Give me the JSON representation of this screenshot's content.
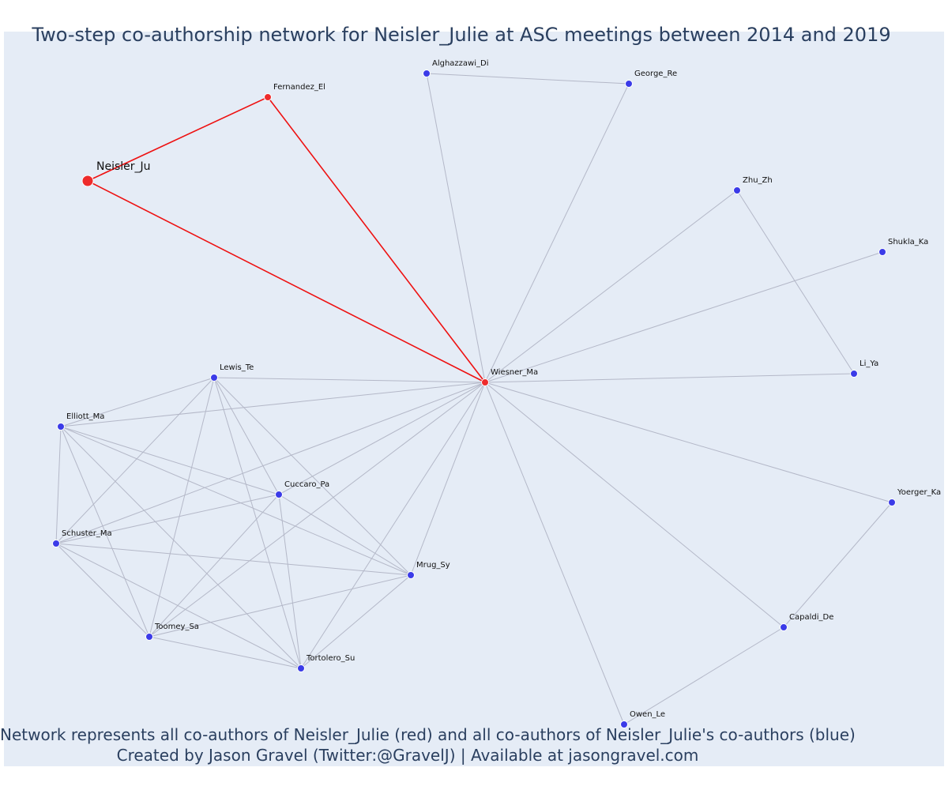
{
  "header": {
    "title": "Two-step co-authorship network for Neisler_Julie at ASC meetings between 2014 and 2019"
  },
  "footer": {
    "caption_line1": "Network represents all co-authors of Neisler_Julie (red) and all co-authors of Neisler_Julie's co-authors (blue)",
    "caption_line2": "Created by Jason Gravel (Twitter:@GravelJ) | Available at jasongravel.com"
  },
  "colors": {
    "background": "#e5ecf6",
    "direct_node": "#ee2b2b",
    "indirect_node": "#3b3be8",
    "direct_edge": "#ee1111",
    "indirect_edge": "#b4b8c8",
    "text": "#2a3f5f"
  },
  "nodes": [
    {
      "id": "Neisler_Ju",
      "label": "Neisler_Ju",
      "group": "focal"
    },
    {
      "id": "Fernandez_El",
      "label": "Fernandez_El",
      "group": "direct"
    },
    {
      "id": "Wiesner_Ma",
      "label": "Wiesner_Ma",
      "group": "direct"
    },
    {
      "id": "Alghazzawi_Di",
      "label": "Alghazzawi_Di",
      "group": "indirect"
    },
    {
      "id": "George_Re",
      "label": "George_Re",
      "group": "indirect"
    },
    {
      "id": "Zhu_Zh",
      "label": "Zhu_Zh",
      "group": "indirect"
    },
    {
      "id": "Shukla_Ka",
      "label": "Shukla_Ka",
      "group": "indirect"
    },
    {
      "id": "Li_Ya",
      "label": "Li_Ya",
      "group": "indirect"
    },
    {
      "id": "Lewis_Te",
      "label": "Lewis_Te",
      "group": "indirect"
    },
    {
      "id": "Elliott_Ma",
      "label": "Elliott_Ma",
      "group": "indirect"
    },
    {
      "id": "Cuccaro_Pa",
      "label": "Cuccaro_Pa",
      "group": "indirect"
    },
    {
      "id": "Schuster_Ma",
      "label": "Schuster_Ma",
      "group": "indirect"
    },
    {
      "id": "Mrug_Sy",
      "label": "Mrug_Sy",
      "group": "indirect"
    },
    {
      "id": "Toomey_Sa",
      "label": "Toomey_Sa",
      "group": "indirect"
    },
    {
      "id": "Tortolero_Su",
      "label": "Tortolero_Su",
      "group": "indirect"
    },
    {
      "id": "Yoerger_Ka",
      "label": "Yoerger_Ka",
      "group": "indirect"
    },
    {
      "id": "Capaldi_De",
      "label": "Capaldi_De",
      "group": "indirect"
    },
    {
      "id": "Owen_Le",
      "label": "Owen_Le",
      "group": "indirect"
    }
  ],
  "edges": [
    [
      "Neisler_Ju",
      "Fernandez_El",
      "direct"
    ],
    [
      "Neisler_Ju",
      "Wiesner_Ma",
      "direct"
    ],
    [
      "Fernandez_El",
      "Wiesner_Ma",
      "direct"
    ],
    [
      "Alghazzawi_Di",
      "George_Re",
      "indirect"
    ],
    [
      "Alghazzawi_Di",
      "Wiesner_Ma",
      "indirect"
    ],
    [
      "George_Re",
      "Wiesner_Ma",
      "indirect"
    ],
    [
      "Zhu_Zh",
      "Wiesner_Ma",
      "indirect"
    ],
    [
      "Zhu_Zh",
      "Li_Ya",
      "indirect"
    ],
    [
      "Shukla_Ka",
      "Wiesner_Ma",
      "indirect"
    ],
    [
      "Li_Ya",
      "Wiesner_Ma",
      "indirect"
    ],
    [
      "Yoerger_Ka",
      "Wiesner_Ma",
      "indirect"
    ],
    [
      "Yoerger_Ka",
      "Capaldi_De",
      "indirect"
    ],
    [
      "Capaldi_De",
      "Wiesner_Ma",
      "indirect"
    ],
    [
      "Capaldi_De",
      "Owen_Le",
      "indirect"
    ],
    [
      "Owen_Le",
      "Wiesner_Ma",
      "indirect"
    ],
    [
      "Lewis_Te",
      "Wiesner_Ma",
      "indirect"
    ],
    [
      "Elliott_Ma",
      "Wiesner_Ma",
      "indirect"
    ],
    [
      "Cuccaro_Pa",
      "Wiesner_Ma",
      "indirect"
    ],
    [
      "Schuster_Ma",
      "Wiesner_Ma",
      "indirect"
    ],
    [
      "Mrug_Sy",
      "Wiesner_Ma",
      "indirect"
    ],
    [
      "Toomey_Sa",
      "Wiesner_Ma",
      "indirect"
    ],
    [
      "Tortolero_Su",
      "Wiesner_Ma",
      "indirect"
    ],
    [
      "Lewis_Te",
      "Elliott_Ma",
      "indirect"
    ],
    [
      "Lewis_Te",
      "Schuster_Ma",
      "indirect"
    ],
    [
      "Lewis_Te",
      "Cuccaro_Pa",
      "indirect"
    ],
    [
      "Lewis_Te",
      "Mrug_Sy",
      "indirect"
    ],
    [
      "Lewis_Te",
      "Toomey_Sa",
      "indirect"
    ],
    [
      "Lewis_Te",
      "Tortolero_Su",
      "indirect"
    ],
    [
      "Elliott_Ma",
      "Cuccaro_Pa",
      "indirect"
    ],
    [
      "Elliott_Ma",
      "Schuster_Ma",
      "indirect"
    ],
    [
      "Elliott_Ma",
      "Mrug_Sy",
      "indirect"
    ],
    [
      "Elliott_Ma",
      "Toomey_Sa",
      "indirect"
    ],
    [
      "Elliott_Ma",
      "Tortolero_Su",
      "indirect"
    ],
    [
      "Cuccaro_Pa",
      "Schuster_Ma",
      "indirect"
    ],
    [
      "Cuccaro_Pa",
      "Mrug_Sy",
      "indirect"
    ],
    [
      "Cuccaro_Pa",
      "Toomey_Sa",
      "indirect"
    ],
    [
      "Cuccaro_Pa",
      "Tortolero_Su",
      "indirect"
    ],
    [
      "Schuster_Ma",
      "Mrug_Sy",
      "indirect"
    ],
    [
      "Schuster_Ma",
      "Toomey_Sa",
      "indirect"
    ],
    [
      "Schuster_Ma",
      "Tortolero_Su",
      "indirect"
    ],
    [
      "Mrug_Sy",
      "Toomey_Sa",
      "indirect"
    ],
    [
      "Mrug_Sy",
      "Tortolero_Su",
      "indirect"
    ],
    [
      "Toomey_Sa",
      "Tortolero_Su",
      "indirect"
    ]
  ]
}
